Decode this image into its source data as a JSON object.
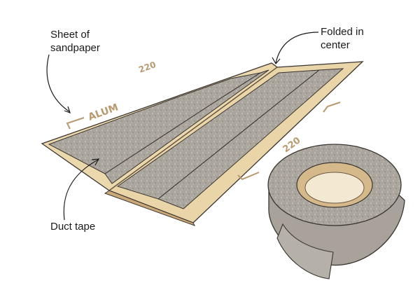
{
  "callouts": {
    "sheet": {
      "line1": "Sheet of",
      "line2": "sandpaper"
    },
    "folded": {
      "line1": "Folded in",
      "line2": "center"
    },
    "duct": {
      "line1": "Duct tape"
    }
  },
  "printed": {
    "grit_left": "220",
    "grit_right": "220",
    "back_print": "ALUM"
  },
  "colors": {
    "paper": "#ecd8ad",
    "paper_edge": "#caa877",
    "tape": "#a8a29a",
    "tape_strip": "#b5b0a8",
    "roll_core": "#d6b98a",
    "outline": "#3a3530"
  }
}
